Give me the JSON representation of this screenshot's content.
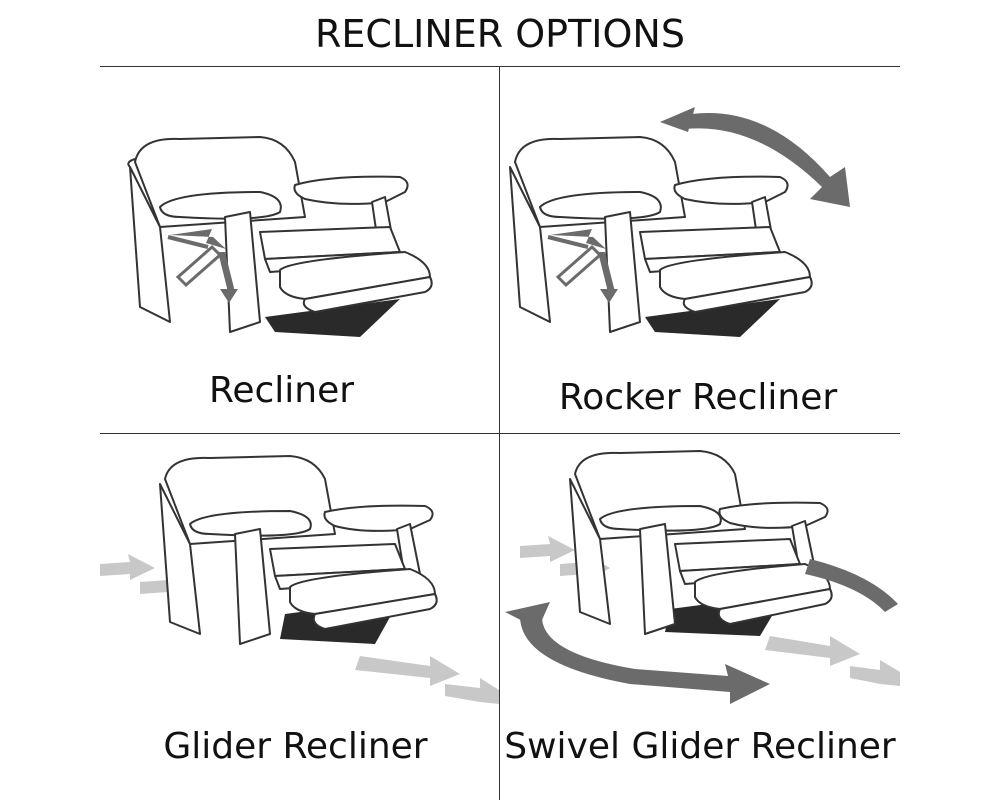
{
  "title": "RECLINER OPTIONS",
  "options": [
    {
      "label": "Recliner",
      "features": [
        "recline-lever-icon"
      ]
    },
    {
      "label": "Rocker Recliner",
      "features": [
        "recline-lever-icon",
        "rock-arrow-icon"
      ]
    },
    {
      "label": "Glider Recliner",
      "features": [
        "glide-arrows-icon"
      ]
    },
    {
      "label": "Swivel Glider Recliner",
      "features": [
        "glide-arrows-icon",
        "swivel-arrow-icon"
      ]
    }
  ],
  "colors": {
    "line": "#333333",
    "arrow_dark": "#6b6b6b",
    "arrow_light": "#c8c8c8",
    "shadow": "#2a2a2a"
  }
}
